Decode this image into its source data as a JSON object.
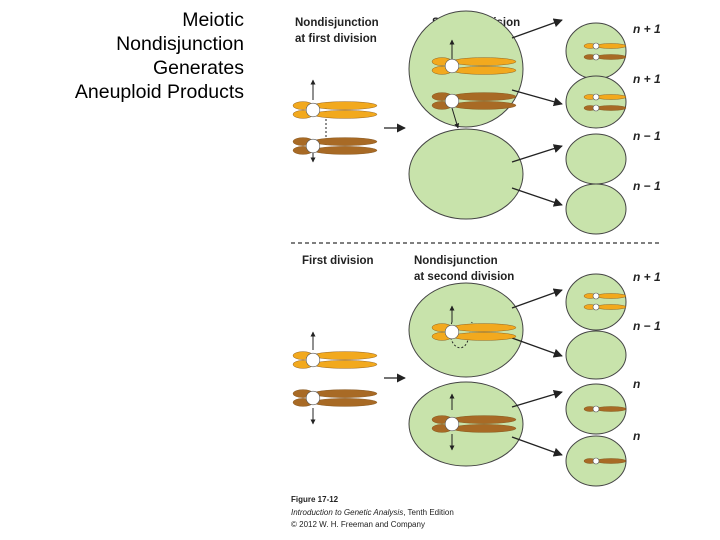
{
  "slide": {
    "title": "Meiotic\nNondisjunction\nGenerates\nAneuploid Products"
  },
  "figure": {
    "top": {
      "label_left_line1": "Nondisjunction",
      "label_left_line2": "at first division",
      "label_right": "Second division",
      "outcomes": [
        "n + 1",
        "n + 1",
        "n − 1",
        "n − 1"
      ]
    },
    "bottom": {
      "label_left": "First division",
      "label_right_line1": "Nondisjunction",
      "label_right_line2": "at second division",
      "outcomes": [
        "n + 1",
        "n − 1",
        "n",
        "n"
      ]
    },
    "caption": {
      "figure_number": "Figure 17-12",
      "book_title": "Introduction to Genetic Analysis",
      "edition": ", Tenth Edition",
      "copyright": "© 2012 W. H. Freeman and Company"
    },
    "colors": {
      "cell_fill": "#c8e3ab",
      "cell_stroke": "#444444",
      "chromosome_light": "#f2a91e",
      "chromosome_dark": "#a86a25",
      "centromere": "#ffffff"
    }
  }
}
